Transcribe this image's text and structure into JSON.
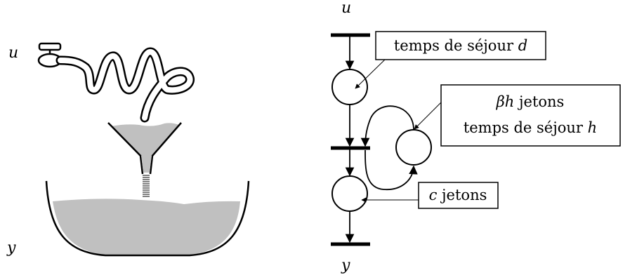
{
  "left_diagram": {
    "input_label": "u",
    "output_label": "y"
  },
  "petri_net": {
    "input_label": "u",
    "output_label": "y",
    "annotations": {
      "place_d": {
        "text": "temps de séjour ",
        "var": "d"
      },
      "place_h_tokens": {
        "var": "βh",
        "text": " jetons"
      },
      "place_h_time": {
        "text": "temps de séjour ",
        "var": "h"
      },
      "place_c": {
        "var": "c",
        "text": " jetons"
      }
    }
  },
  "colors": {
    "ink": "#000000",
    "liquid": "#c0c0c0",
    "background": "#ffffff"
  }
}
